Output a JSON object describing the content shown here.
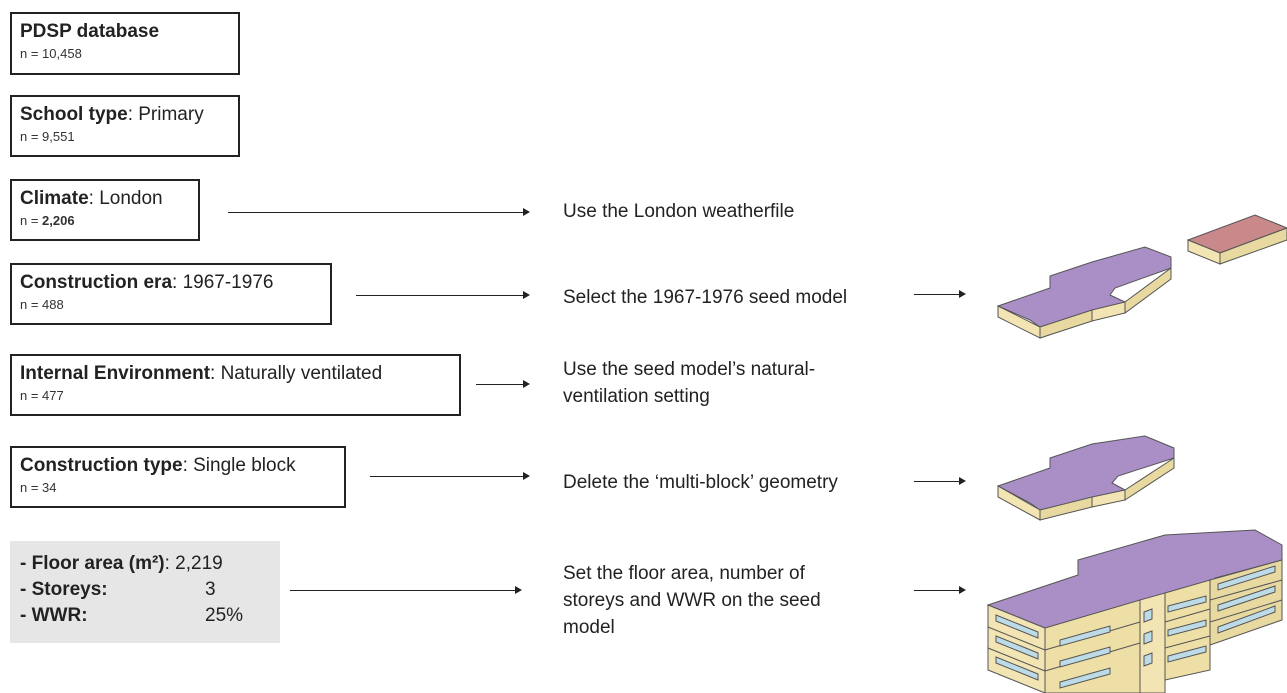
{
  "filters": [
    {
      "label": "PDSP database",
      "value": "",
      "n": "n = 10,458"
    },
    {
      "label": "School type",
      "value": ": Primary",
      "n": "n = 9,551"
    },
    {
      "label": "Climate",
      "value": ": London",
      "n_prefix": "n = ",
      "n_bold": "2,206"
    },
    {
      "label": "Construction era",
      "value": ": 1967-1976",
      "n": "n = 488"
    },
    {
      "label": "Internal Environment",
      "value": ": Naturally ventilated",
      "n": "n = 477"
    },
    {
      "label": "Construction type",
      "value": ": Single block",
      "n": "n = 34"
    }
  ],
  "spec": {
    "floor_label": "- Floor area (m²)",
    "floor_value": ": 2,219",
    "storeys_label": "- Storeys:",
    "storeys_value": "3",
    "wwr_label": "- WWR:",
    "wwr_value": "25%"
  },
  "actions": {
    "weather": "Use the London weatherfile",
    "seed": "Select the 1967-1976 seed model",
    "vent_1": "Use the seed model’s natural-",
    "vent_2": "ventilation setting",
    "delete": "Delete the ‘multi-block’ geometry",
    "set_1": "Set the floor area, number of",
    "set_2": "storeys and WWR on the seed",
    "set_3": "model"
  },
  "colors": {
    "roof": "#a98fc6",
    "wall": "#f2e5b3",
    "extra_block_roof": "#c9888a",
    "window": "#bcdbe6",
    "spec_bg": "#e6e6e6"
  }
}
